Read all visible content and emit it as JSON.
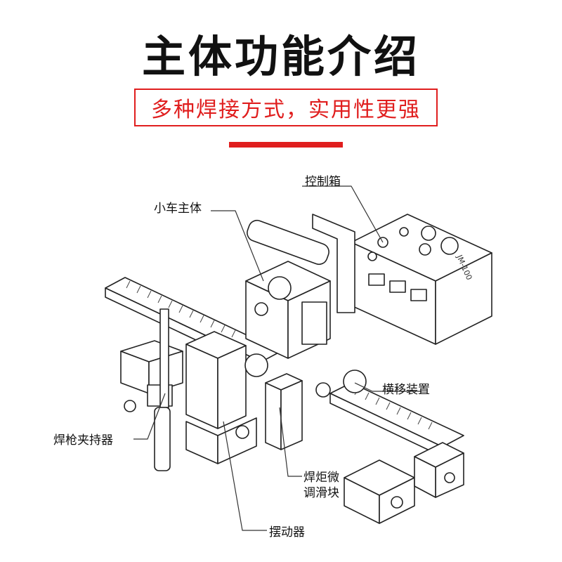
{
  "header": {
    "title": "主体功能介绍",
    "subtitle": "多种焊接方式，实用性更强"
  },
  "labels": {
    "control_box": "控制箱",
    "carriage_body": "小车主体",
    "traverse_device": "横移装置",
    "torch_holder": "焊枪夹持器",
    "torch_adjust_line1": "焊炬微",
    "torch_adjust_line2": "调滑块",
    "oscillator": "摆动器",
    "panel_marking": "JM-100"
  },
  "colors": {
    "accent": "#e01e1e",
    "ink": "#111111"
  }
}
